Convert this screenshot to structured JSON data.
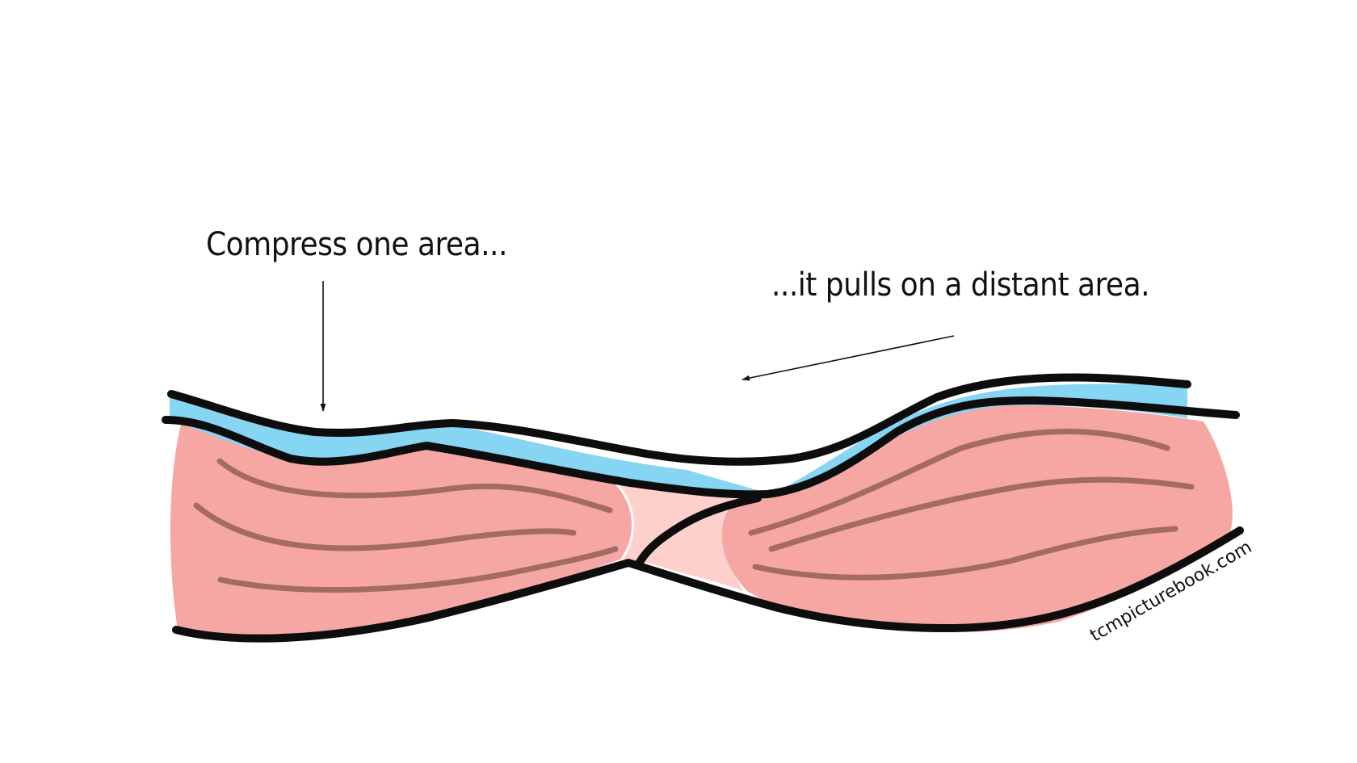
{
  "labels": {
    "compress": "Compress one area...",
    "pulls": "...it pulls on a distant area."
  },
  "watermark": "tcmpicturebook.com",
  "colors": {
    "muscle": "#f6a7a3",
    "muscle_fiber": "#a46a66",
    "tendon": "#fdd0cc",
    "fascia": "#86d5f3",
    "outline": "#0d0d0d",
    "background": "#ffffff"
  }
}
